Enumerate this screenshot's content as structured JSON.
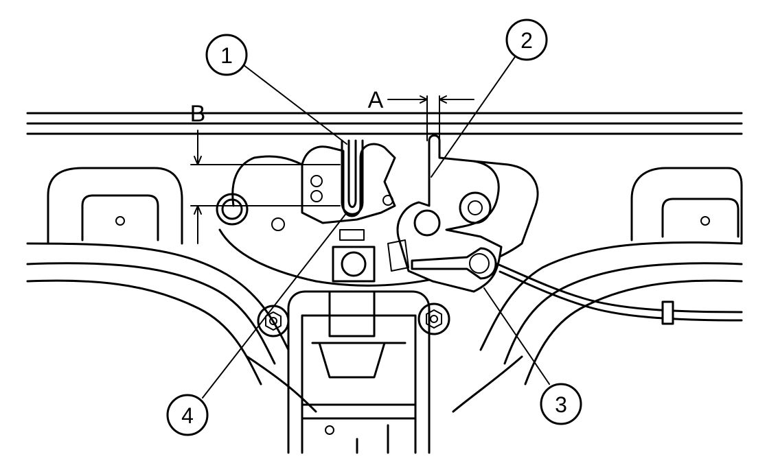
{
  "callouts": [
    {
      "id": "1",
      "label": "1"
    },
    {
      "id": "2",
      "label": "2"
    },
    {
      "id": "3",
      "label": "3"
    },
    {
      "id": "4",
      "label": "4"
    }
  ],
  "dimensions": {
    "a": "A",
    "b": "B"
  }
}
